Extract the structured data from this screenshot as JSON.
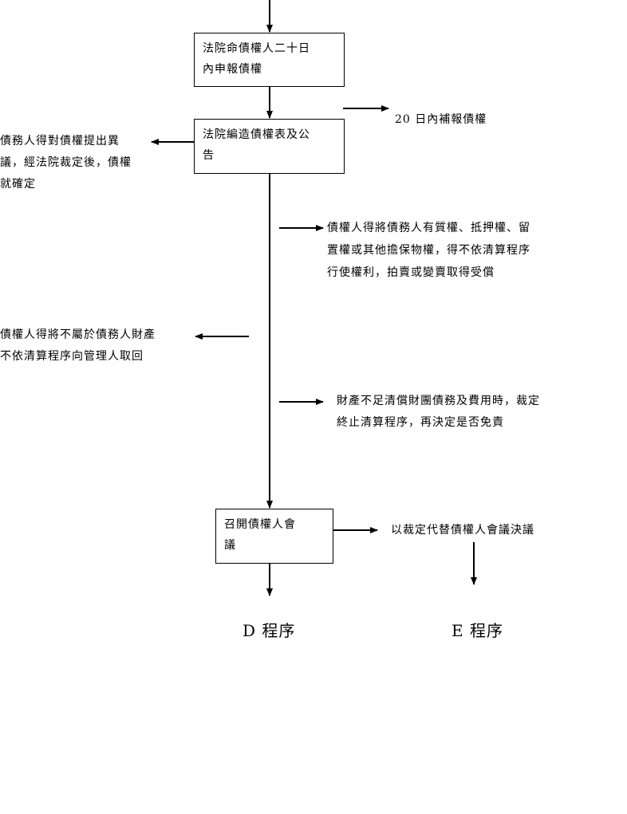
{
  "boxes": {
    "b1": "法院命債權人二十日\n內申報債權",
    "b2": "法院編造債權表及公\n告",
    "b3": "召開債權人會\n議"
  },
  "notes": {
    "late_claim": "20 日內補報債權",
    "objection": "債務人得對債權提出異\n議，經法院裁定後，債權\n就確定",
    "secured": "債權人得將債務人有質權、抵押權、留\n置權或其他擔保物權，得不依清算程序\n行使權利，拍賣或變賣取得受償",
    "reclaim": "債權人得將不屬於債務人財產\n不依清算程序向管理人取回",
    "insufficient": "財產不足清償財團債務及費用時，裁定\n終止清算程序，再決定是否免責",
    "substitute": "以裁定代替債權人會議決議"
  },
  "outcomes": {
    "d": "D 程序",
    "e": "E 程序"
  }
}
